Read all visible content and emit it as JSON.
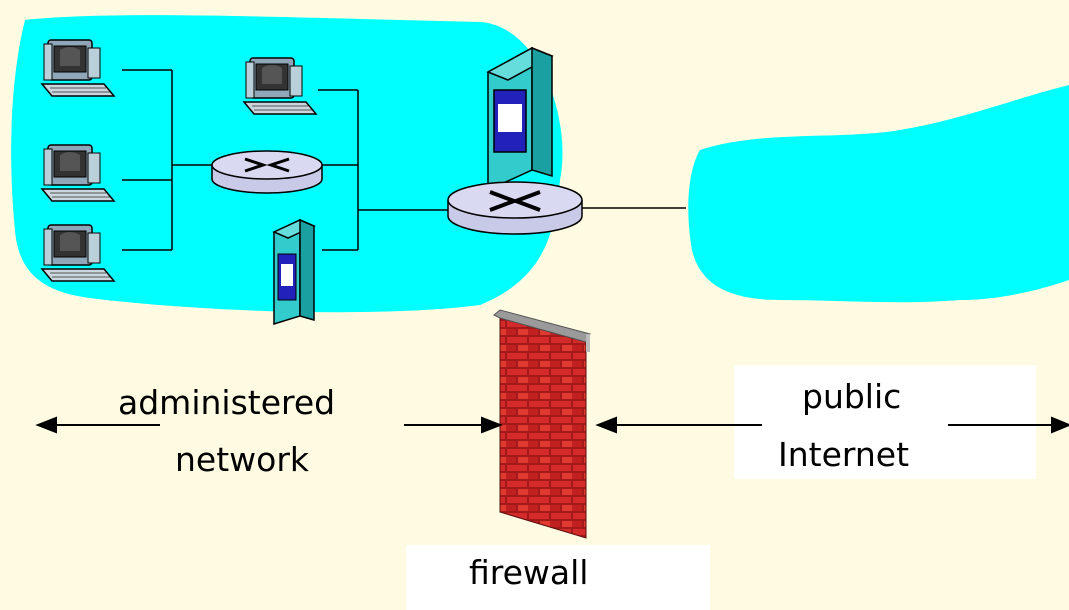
{
  "colors": {
    "background": "#fffbe3",
    "cloud": "#00ffff",
    "router_fill": "#d9d9f2",
    "server_fill": "#33cccc",
    "brick": "#b22222",
    "arrow": "#000000"
  },
  "labels": {
    "administered_line1": "administered",
    "administered_line2": "network",
    "public_line1": "public",
    "public_line2": "Internet",
    "firewall": "firewall"
  },
  "icons": [
    "desktop-computer-icon",
    "router-icon",
    "server-icon",
    "firewall-wall-icon",
    "double-arrow-icon"
  ]
}
